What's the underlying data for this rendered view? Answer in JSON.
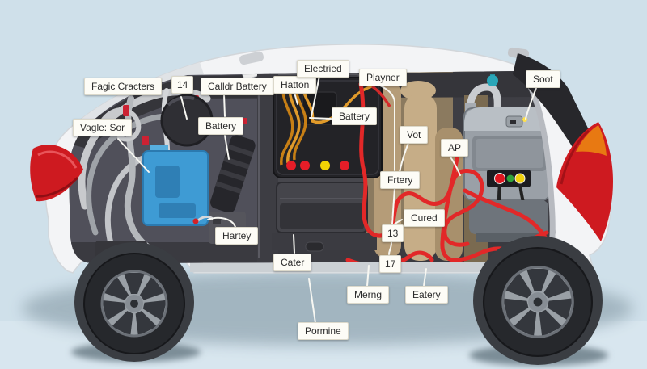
{
  "diagram": {
    "labels": [
      {
        "id": "fagic-cracters",
        "text": "Fagic Cracters"
      },
      {
        "id": "num-14",
        "text": "14"
      },
      {
        "id": "calldr-battery",
        "text": "Calldr Battery"
      },
      {
        "id": "hatton",
        "text": "Hatton"
      },
      {
        "id": "electried",
        "text": "Electried"
      },
      {
        "id": "playner",
        "text": "Playner"
      },
      {
        "id": "soot",
        "text": "Soot"
      },
      {
        "id": "battery-left",
        "text": "Battery"
      },
      {
        "id": "vagle-sor",
        "text": "Vagle: Sor"
      },
      {
        "id": "battery-center",
        "text": "Battery"
      },
      {
        "id": "vot",
        "text": "Vot"
      },
      {
        "id": "ap",
        "text": "AP"
      },
      {
        "id": "frtery",
        "text": "Frtery"
      },
      {
        "id": "cured",
        "text": "Cured"
      },
      {
        "id": "num-13",
        "text": "13"
      },
      {
        "id": "num-17",
        "text": "17"
      },
      {
        "id": "hartey",
        "text": "Hartey"
      },
      {
        "id": "cater",
        "text": "Cater"
      },
      {
        "id": "merng",
        "text": "Merng"
      },
      {
        "id": "eatery",
        "text": "Eatery"
      },
      {
        "id": "pormine",
        "text": "Pormine"
      }
    ],
    "center_unit_indicator_dots": [
      "red",
      "red",
      "yellow",
      "red"
    ],
    "rear_box_buttons": [
      "red",
      "green",
      "yellow"
    ],
    "colors": {
      "background": "#cfe0ea",
      "car_body": "#f3f4f6",
      "interior": "#47474d",
      "cable_red": "#e22828",
      "wire_orange": "#d8901e",
      "reservoir_blue": "#3e9bd4",
      "seat_tan": "#c6ad87",
      "tail_light_red": "#ce1a20",
      "label_background": "#fdfcf6"
    }
  }
}
